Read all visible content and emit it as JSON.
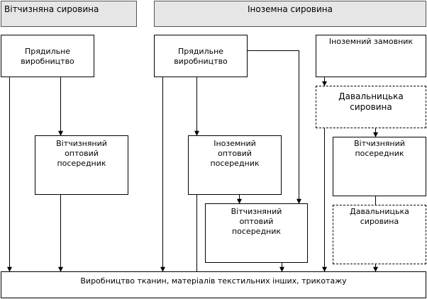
{
  "header": {
    "domestic": "Вітчизняна сировина",
    "foreign": "Іноземна сировина"
  },
  "nodes": {
    "spinning_domestic": "Прядильне\nвиробництво",
    "spinning_foreign": "Прядильне\nвиробництво",
    "foreign_customer": "Іноземний замовник",
    "tolling_raw_top": "Давальницька\nсировина",
    "domestic_wholesale_left": "Вітчизняний\nоптовий\nпосередник",
    "foreign_wholesale": "Іноземний\nоптовий\nпосередник",
    "domestic_wholesale_right": "Вітчизняний\nпосередник",
    "domestic_wholesale_middle": "Вітчизняний\nоптовий\nпосередник",
    "tolling_raw_bottom": "Давальницька\nсировина",
    "production": "Виробництво тканин, матеріалів текстильних інших, трикотажу"
  }
}
